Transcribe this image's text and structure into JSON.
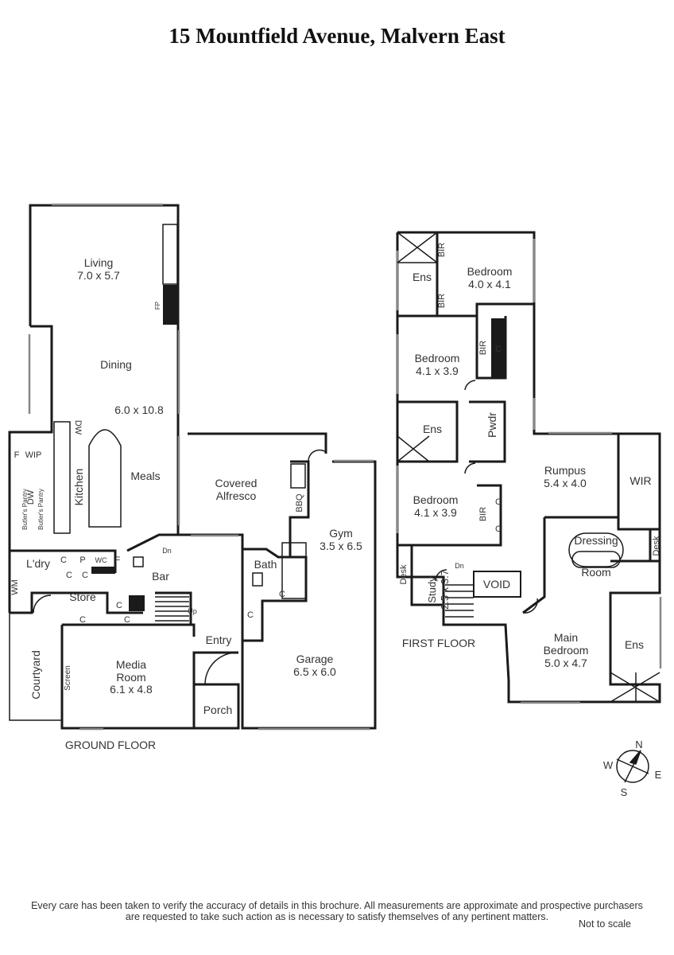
{
  "title": "15 Mountfield Avenue, Malvern East",
  "floors": {
    "ground": {
      "label": "GROUND FLOOR",
      "rooms": [
        {
          "name": "Living",
          "size": "7.0 x 5.7"
        },
        {
          "name": "Dining",
          "size": "6.0 x 10.8"
        },
        {
          "name": "Meals"
        },
        {
          "name": "Kitchen"
        },
        {
          "name": "Covered Alfresco"
        },
        {
          "name": "Gym",
          "size": "3.5 x 6.5"
        },
        {
          "name": "Bath"
        },
        {
          "name": "Bar"
        },
        {
          "name": "Entry"
        },
        {
          "name": "Porch"
        },
        {
          "name": "Garage",
          "size": "6.5 x 6.0"
        },
        {
          "name": "Media Room",
          "size": "6.1 x 4.8"
        },
        {
          "name": "Store"
        },
        {
          "name": "L'dry"
        },
        {
          "name": "Courtyard"
        }
      ],
      "fixtures": {
        "fp": "FP",
        "dw": "DW",
        "wip": "WIP",
        "f": "F",
        "p": "P",
        "wc": "WC",
        "c": "C",
        "wm": "WM",
        "bbq": "BBQ",
        "screen": "Screen",
        "butlers_pantry": "Butler's Pantry",
        "dn": "Dn",
        "up": "Up"
      }
    },
    "first": {
      "label": "FIRST FLOOR",
      "rooms": [
        {
          "name": "Bedroom",
          "size": "4.0 x 4.1"
        },
        {
          "name": "Bedroom",
          "size": "4.1 x 3.9"
        },
        {
          "name": "Bedroom",
          "size": "4.1 x 3.9"
        },
        {
          "name": "Ens"
        },
        {
          "name": "Pwdr"
        },
        {
          "name": "Rumpus",
          "size": "5.4 x 4.0"
        },
        {
          "name": "WIR"
        },
        {
          "name": "Dressing Room"
        },
        {
          "name": "Desk"
        },
        {
          "name": "Study",
          "size": "2.5 x 3.7"
        },
        {
          "name": "VOID"
        },
        {
          "name": "Main Bedroom",
          "size": "5.0 x 4.7"
        }
      ],
      "fixtures": {
        "bir": "BIR",
        "c": "C",
        "ens": "Ens",
        "desk": "Desk",
        "dn": "Dn"
      }
    }
  },
  "compass": {
    "n": "N",
    "s": "S",
    "e": "E",
    "w": "W"
  },
  "disclaimer_line1": "Every care has been taken to verify the accuracy of details in this brochure.  All measurements are approximate and prospective purchasers",
  "disclaimer_line2": "are requested to take such action as is necessary to satisfy themselves of any pertinent matters.",
  "scale_note": "Not to scale"
}
